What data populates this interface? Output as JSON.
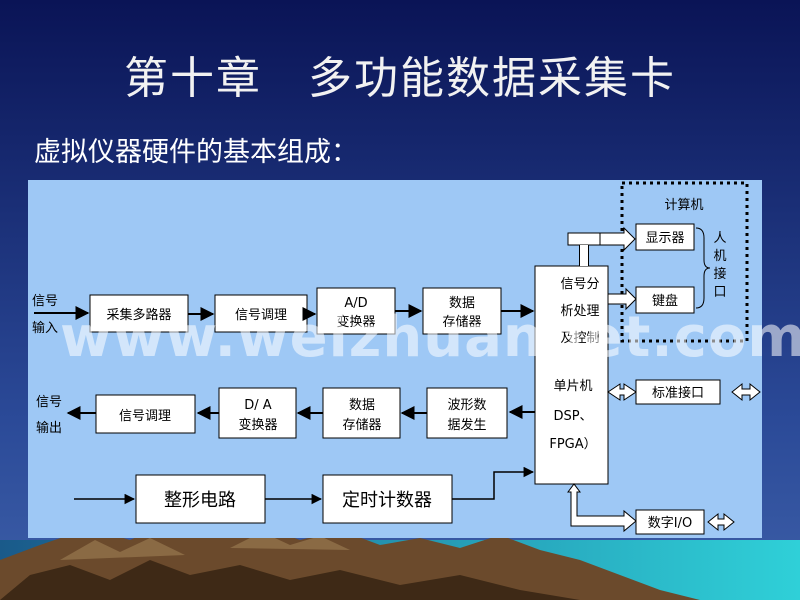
{
  "slide": {
    "title": "第十章　多功能数据采集卡",
    "subtitle": "虚拟仪器硬件的基本组成：",
    "watermark": "www.weizhuannet.com"
  },
  "diagram": {
    "signal_input": [
      "信号",
      "输入"
    ],
    "signal_output": [
      "信号",
      "输出"
    ],
    "mux": "采集多路器",
    "conditioning_top": "信号调理",
    "ad": [
      "A/D",
      "变换器"
    ],
    "storage_top": [
      "数据",
      "存储器"
    ],
    "processor": [
      "信号分",
      "析处理",
      "及控制",
      "单片机",
      "DSP、",
      "FPGA）"
    ],
    "computer": "计算机",
    "display": "显示器",
    "keyboard": "键盘",
    "hmi": [
      "人",
      "机",
      "接",
      "口"
    ],
    "std_interface": "标准接口",
    "digital_io": "数字I/O",
    "wave_gen": [
      "波形数",
      "据发生"
    ],
    "storage_bottom": [
      "数据",
      "存储器"
    ],
    "da": [
      "D/ A",
      "变换器"
    ],
    "conditioning_bottom": "信号调理",
    "shaping": "整形电路",
    "timer": "定时计数器"
  },
  "colors": {
    "sky_top": "#0a1456",
    "sky_bottom": "#3d5fa8",
    "panel": "#9ec8f5",
    "box": "#ffffff",
    "ink": "#000000"
  }
}
